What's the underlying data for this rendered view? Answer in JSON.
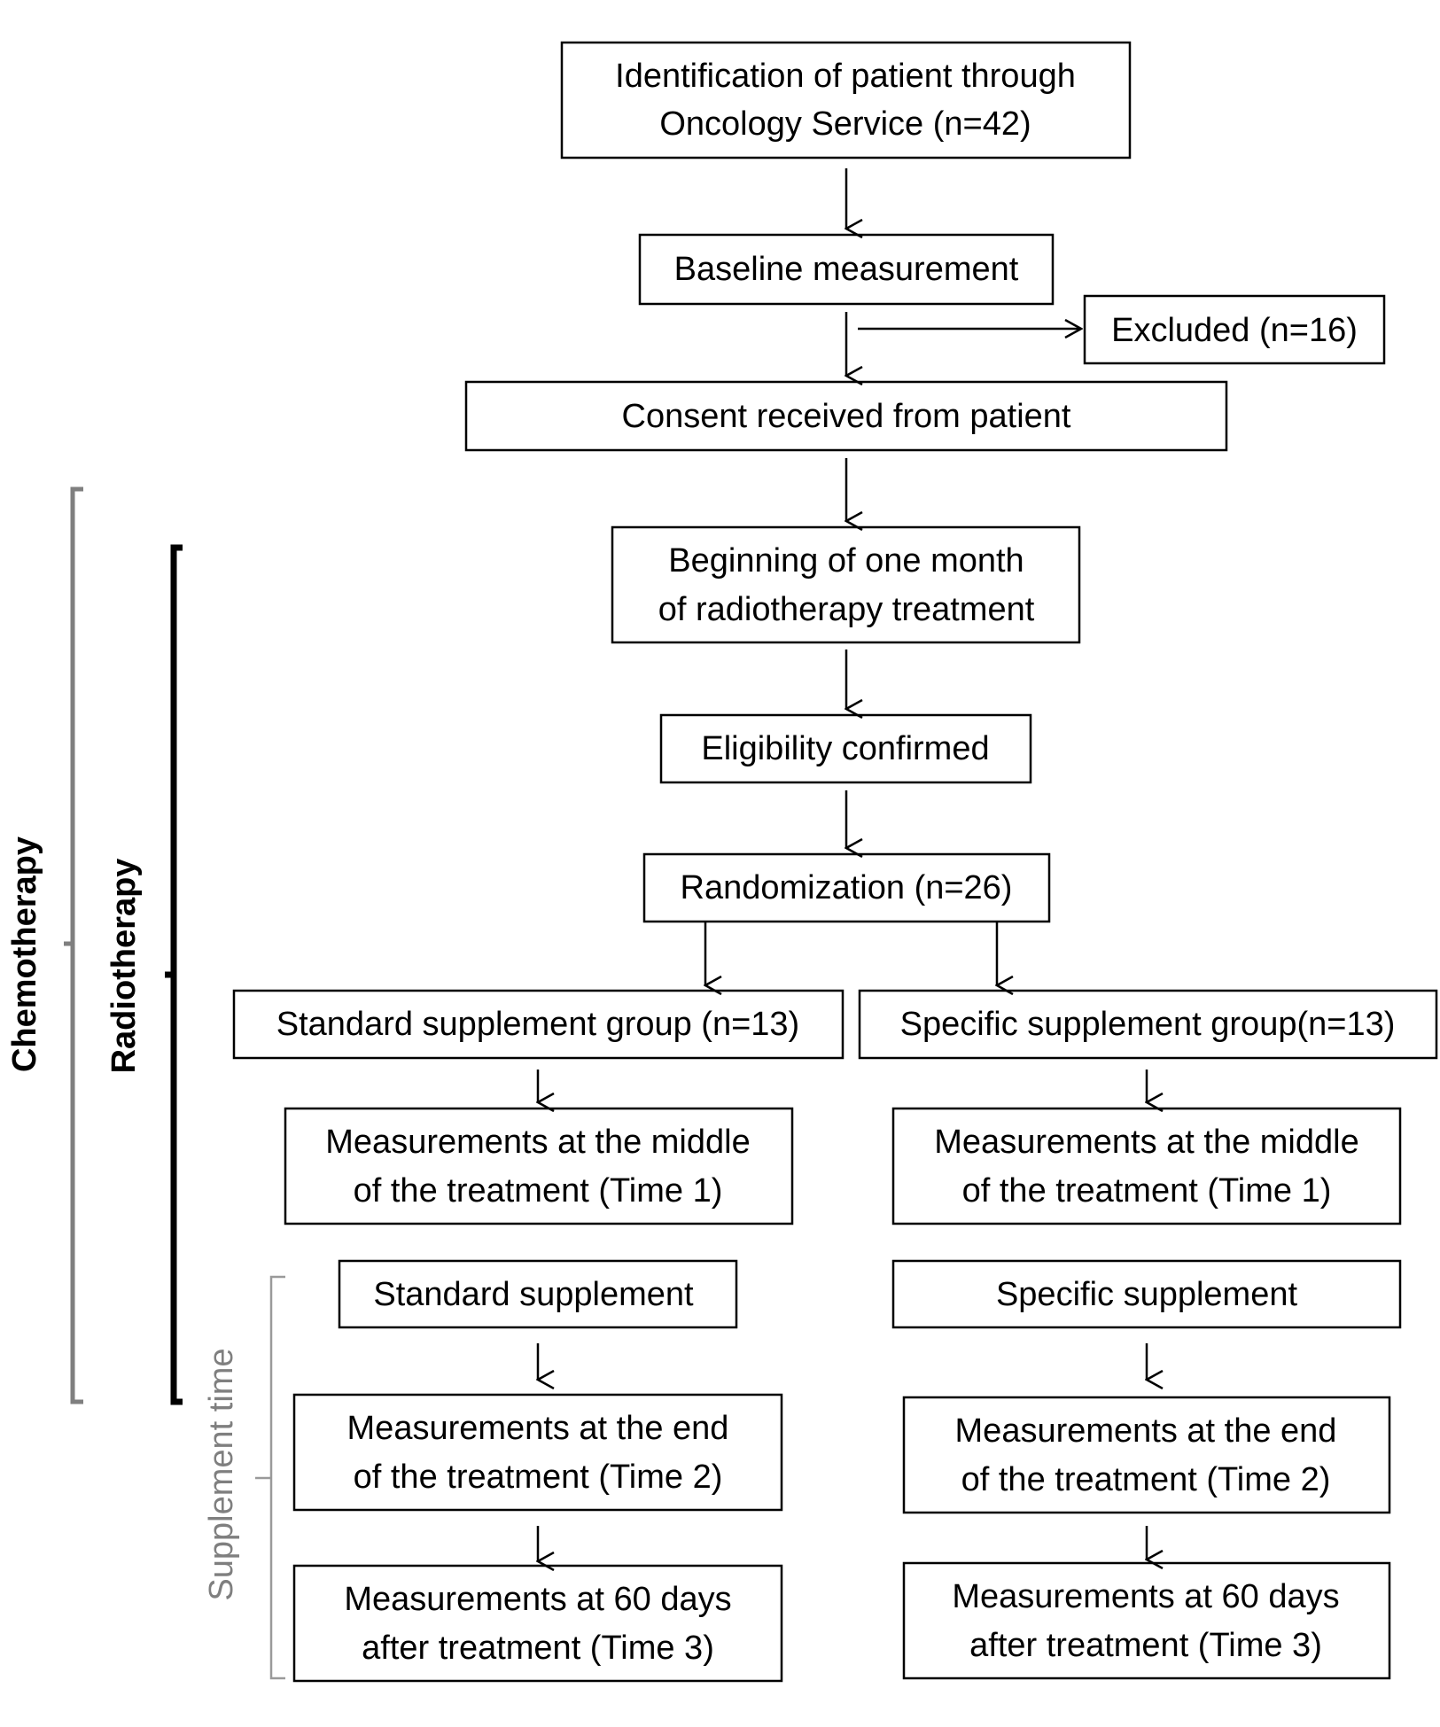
{
  "nodes": {
    "identification": [
      "Identification of patient through",
      "Oncology Service (n=42)"
    ],
    "baseline": [
      "Baseline measurement"
    ],
    "excluded": [
      "Excluded (n=16)"
    ],
    "consent": [
      "Consent received from patient"
    ],
    "beginning": [
      "Beginning of one month",
      "of radiotherapy treatment"
    ],
    "eligibility": [
      "Eligibility  confirmed"
    ],
    "randomization": [
      "Randomization (n=26)"
    ],
    "standard_group": [
      "Standard supplement group (n=13)"
    ],
    "specific_group": [
      "Specific supplement group(n=13)"
    ],
    "std_time1": [
      "Measurements at the middle",
      "of the treatment  (Time 1)"
    ],
    "spec_time1": [
      "Measurements at the middle",
      "of the treatment  (Time 1)"
    ],
    "standard_supplement": [
      "Standard supplement"
    ],
    "specific_supplement": [
      "Specific supplement"
    ],
    "std_time2": [
      "Measurements at the end",
      "of the treatment  (Time 2)"
    ],
    "spec_time2": [
      "Measurements at the end",
      "of the treatment  (Time 2)"
    ],
    "std_time3": [
      "Measurements at 60 days",
      "after treatment  (Time 3)"
    ],
    "spec_time3": [
      "Measurements at 60 days",
      "after treatment  (Time 3)"
    ]
  },
  "side_labels": {
    "chemotherapy": "Chemotherapy",
    "radiotherapy": "Radiotherapy",
    "supplement_time": "Supplement time"
  },
  "colors": {
    "line": "#000000",
    "chemo_bracket": "#7f7f7f",
    "supplement_bracket": "#9a9a9a"
  }
}
